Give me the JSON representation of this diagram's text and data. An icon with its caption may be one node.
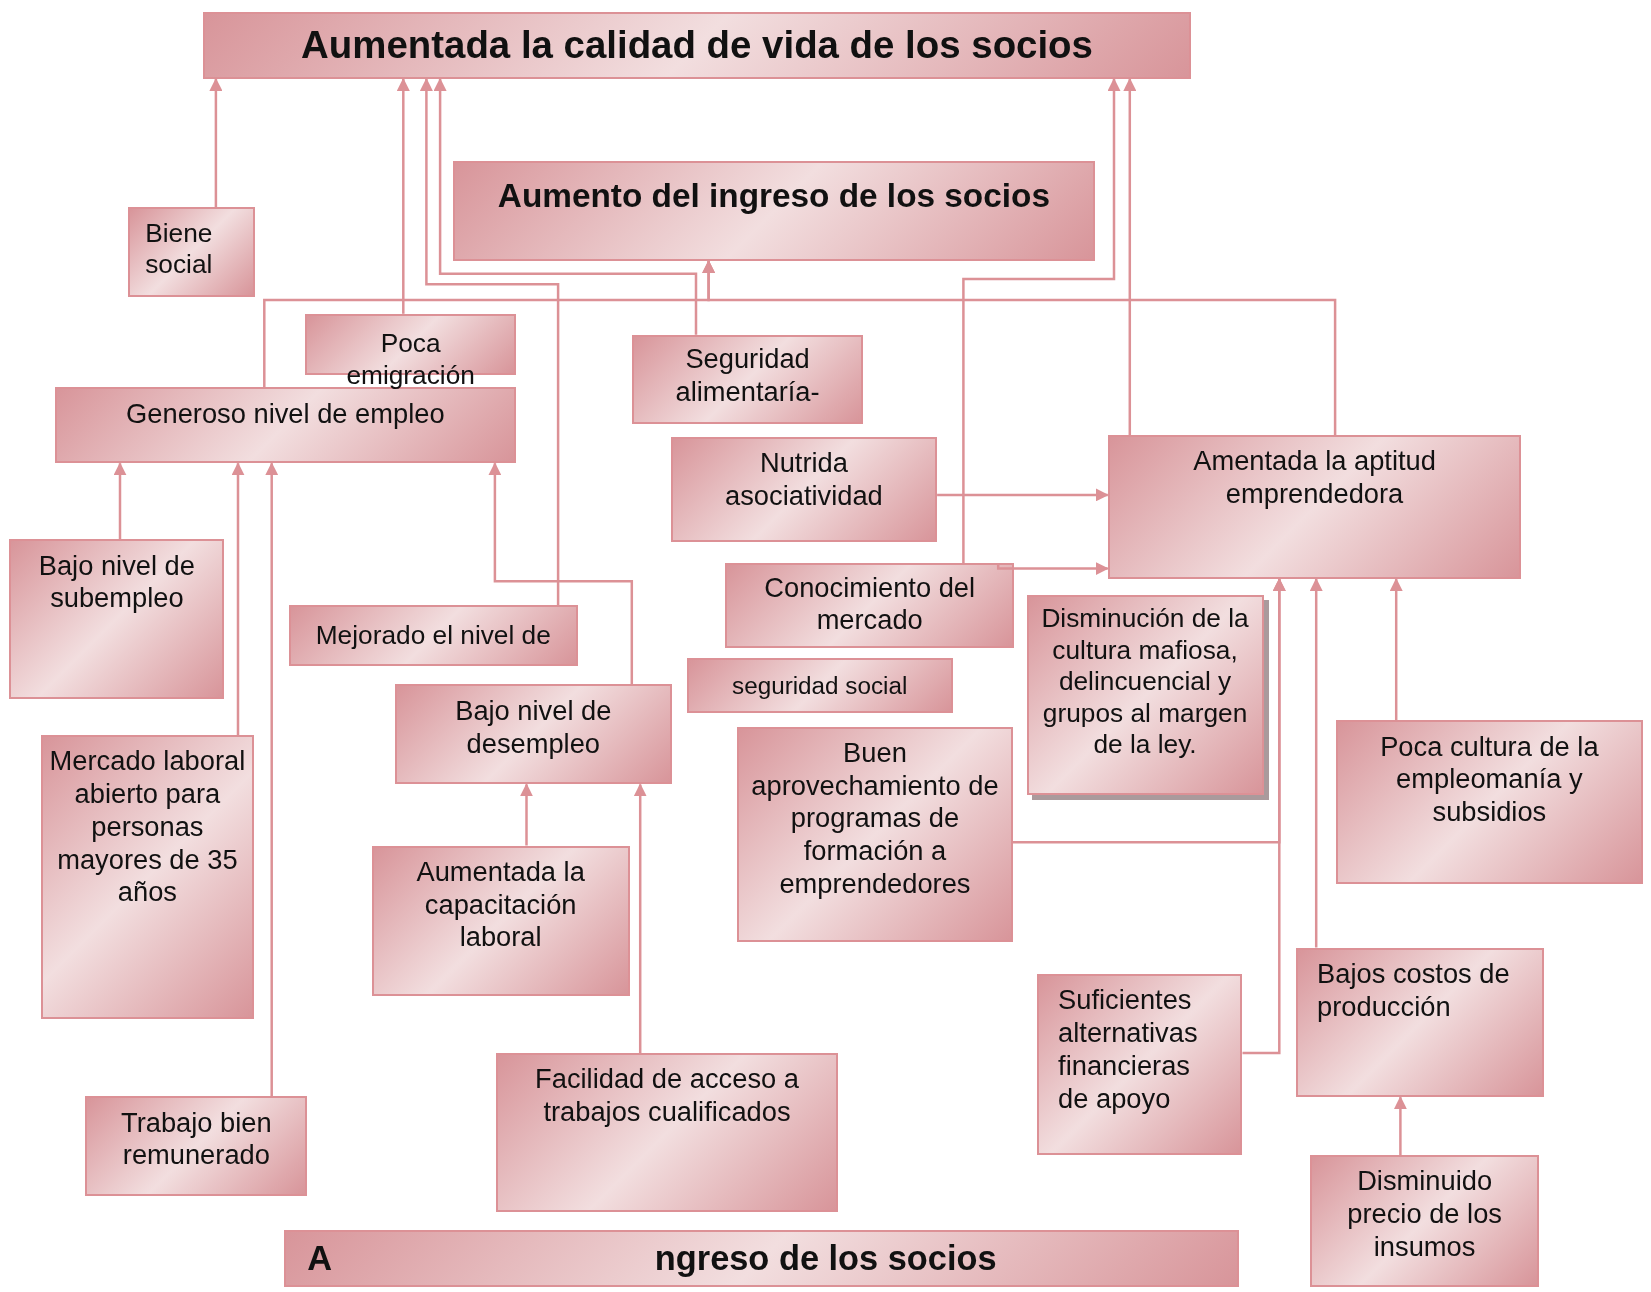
{
  "diagram": {
    "nodes": [
      {
        "text": [
          "Aumentada la calidad de vida de los socios"
        ]
      },
      {
        "text": [
          "Aumento del ingreso de los socios"
        ]
      },
      {
        "text": [
          "Biene social"
        ]
      },
      {
        "text": [
          "Poca emigración"
        ]
      },
      {
        "text": [
          "Generoso nivel de empleo"
        ]
      },
      {
        "text": [
          "Seguridad alimentaría-"
        ]
      },
      {
        "text": [
          "Nutrida asociatividad"
        ]
      },
      {
        "text": [
          "Amentada la aptitud emprendedora"
        ]
      },
      {
        "text": [
          "Bajo nivel de subempleo"
        ]
      },
      {
        "text": [
          "Mejorado el nivel de"
        ]
      },
      {
        "text": [
          "Bajo nivel de desempleo"
        ]
      },
      {
        "text": [
          "Conocimiento del mercado"
        ]
      },
      {
        "text": [
          "seguridad social"
        ]
      },
      {
        "text": [
          "Disminución de la cultura mafiosa, delincuencial y grupos al margen de la ley."
        ]
      },
      {
        "text": [
          "Buen aprovechamiento de programas de formación a emprendedores"
        ]
      },
      {
        "text": [
          "Poca cultura de la empleomanía y subsidios"
        ]
      },
      {
        "text": [
          "Mercado laboral abierto para personas mayores de 35 años"
        ]
      },
      {
        "text": [
          "Aumentada la capacitación laboral"
        ]
      },
      {
        "text": [
          "A",
          "ngreso de los socios"
        ]
      },
      {
        "text": [
          "Suficientes alternativas financieras de apoyo"
        ]
      },
      {
        "text": [
          "Bajos costos de producción"
        ]
      },
      {
        "text": [
          "Trabajo bien remunerado"
        ]
      },
      {
        "text": [
          "Facilidad de acceso a trabajos cualificados"
        ]
      },
      {
        "text": [
          "Disminuido precio de los insumos"
        ]
      }
    ],
    "edges": [
      {
        "from": 2,
        "to": 0,
        "arrow": "to"
      },
      {
        "from": 3,
        "to": 0,
        "arrow": "to"
      },
      {
        "from": 9,
        "to": 0,
        "arrow": "to"
      },
      {
        "from": 5,
        "to": 0,
        "arrow": "to"
      },
      {
        "from": 11,
        "to": 0,
        "arrow": "to"
      },
      {
        "from": 7,
        "to": 0,
        "arrow": "to"
      },
      {
        "from": 4,
        "to": 1,
        "arrow": "to"
      },
      {
        "from": 7,
        "to": 1,
        "arrow": "to"
      },
      {
        "from": 8,
        "to": 4,
        "arrow": "to"
      },
      {
        "from": 16,
        "to": 4,
        "arrow": "to"
      },
      {
        "from": 21,
        "to": 4,
        "arrow": "to"
      },
      {
        "from": 10,
        "to": 4,
        "arrow": "to"
      },
      {
        "from": 17,
        "to": 10,
        "arrow": "to"
      },
      {
        "from": 22,
        "to": 10,
        "arrow": "to"
      },
      {
        "from": 6,
        "to": 7,
        "arrow": "to"
      },
      {
        "from": 11,
        "to": 7,
        "arrow": "to"
      },
      {
        "from": 14,
        "to": 7,
        "arrow": "to"
      },
      {
        "from": 19,
        "to": 7,
        "arrow": "to"
      },
      {
        "from": 20,
        "to": 7,
        "arrow": "to"
      },
      {
        "from": 15,
        "to": 7,
        "arrow": "to"
      },
      {
        "from": 23,
        "to": 20,
        "arrow": "to"
      }
    ]
  }
}
